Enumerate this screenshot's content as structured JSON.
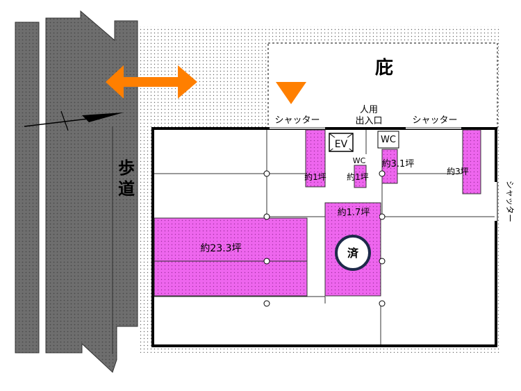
{
  "labels": {
    "awning": "庇",
    "shutter_left": "シャッター",
    "shutter_right": "シャッター",
    "shutter_side": "シャッター",
    "entrance_line1": "人用",
    "entrance_line2": "出入口",
    "ev": "EV",
    "wc_upper": "WC",
    "wc_lower": "WC",
    "sidewalk": "歩道"
  },
  "areas": {
    "large": "約23.3坪",
    "mid": "約1.7坪",
    "top_left": "約1坪",
    "wc_small": "約1坪",
    "top_mid": "約3.1坪",
    "top_right": "約3坪"
  },
  "status": {
    "done": "済"
  },
  "colors": {
    "road_gray": "#6e6e6e",
    "pink": "#ee66ee",
    "orange": "#ff7f00",
    "outline": "#000000"
  }
}
